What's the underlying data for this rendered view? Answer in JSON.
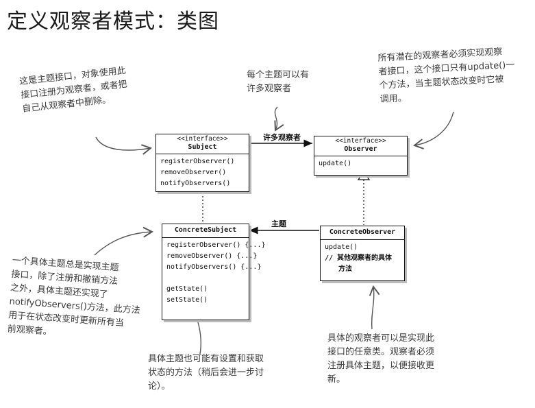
{
  "title": "定义观察者模式：类图",
  "classes": {
    "subject": {
      "stereotype": "<<interface>>",
      "name": "Subject",
      "methods": [
        "registerObserver()",
        "removeObserver()",
        "notifyObservers()"
      ]
    },
    "observer": {
      "stereotype": "<<interface>>",
      "name": "Observer",
      "methods": [
        "update()"
      ]
    },
    "concrete_subject": {
      "name": "ConcreteSubject",
      "methods": [
        "registerObserver() {...}",
        "removeObserver() {...}",
        "notifyObservers() {...}"
      ],
      "methods2": [
        "getState()",
        "setState()"
      ]
    },
    "concrete_observer": {
      "name": "ConcreteObserver",
      "methods": [
        "update()",
        "// 其他观察者的具体",
        "方法"
      ]
    }
  },
  "relations": {
    "subject_observer": "许多观察者",
    "observer_subject": "主题"
  },
  "notes": {
    "subject_interface": "这是主题接口，对象使用此\n接口注册为观察者，或者把\n自己从观察者中删除。",
    "one_to_many": "每个主题可以有\n许多观察者",
    "observer_interface": "所有潜在的观察者必须实现观察\n者接口，这个接口只有update()一\n个方法，当主题状态改变时它被\n调用。",
    "concrete_subject": "一个具体主题总是实现主题\n接口，除了注册和撤销方法\n之外，具体主题还实现了\nnotifyObservers()方法，此方法\n用于在状态改变时更新所有当\n前观察者。",
    "state_methods": "具体主题也可能有设置和获取\n状态的方法（稍后会进一步讨\n论）。",
    "concrete_observer": "具体的观察者可以是实现此\n接口的任意类。观察者必须\n注册具体主题，以便接收更\n新。"
  }
}
